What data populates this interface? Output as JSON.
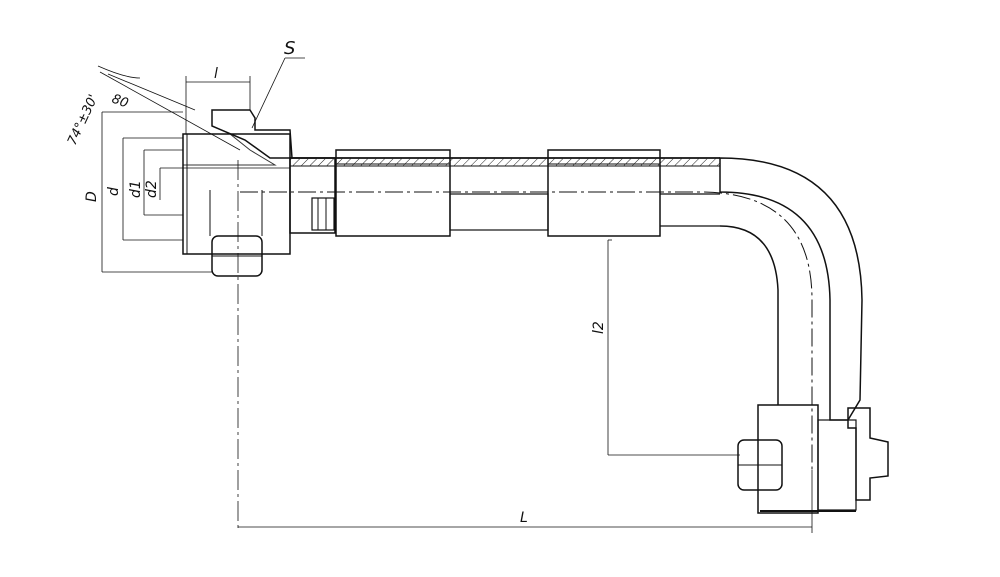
{
  "labels": {
    "s": "S",
    "l_small": "l",
    "angle_80": "80",
    "angle_74": "74°±30'",
    "D": "D",
    "d": "d",
    "d1": "d1",
    "d2": "d2",
    "l2": "l2",
    "L": "L"
  },
  "colors": {
    "line": "#111111",
    "hatch": "#222222",
    "background": "#ffffff"
  }
}
